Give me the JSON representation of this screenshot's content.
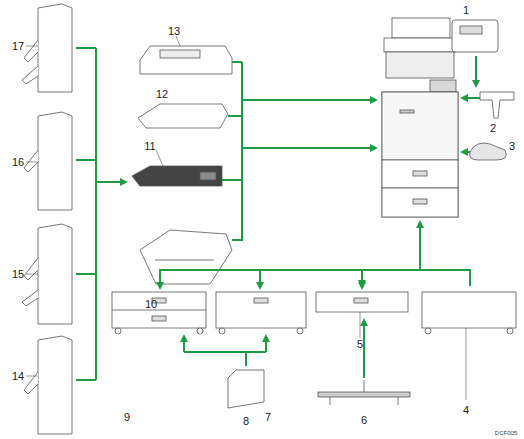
{
  "diagram": {
    "labels": [
      "1",
      "2",
      "3",
      "4",
      "5",
      "6",
      "7",
      "8",
      "9",
      "10",
      "11",
      "12",
      "13",
      "14",
      "15",
      "16",
      "17",
      "DCF005"
    ]
  }
}
